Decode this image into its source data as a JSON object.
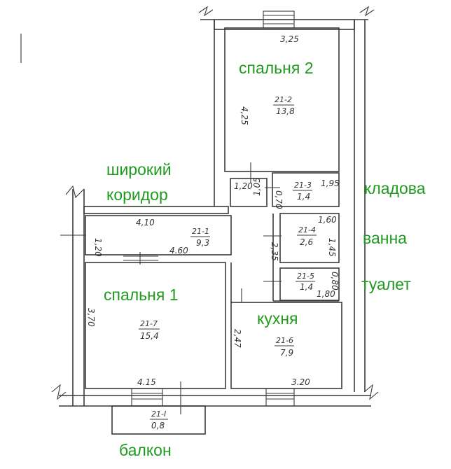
{
  "room_labels": {
    "bedroom2": "спальня 2",
    "bedroom1": "спальня 1",
    "corridor_line1": "широкий",
    "corridor_line2": "коридор",
    "storage": "кладова",
    "bathroom": "ванна",
    "toilet": "туалет",
    "kitchen": "кухня",
    "balcony": "балкон"
  },
  "room_codes": {
    "bedroom2": {
      "code": "21-2",
      "area": "13,8"
    },
    "corridor": {
      "code": "21-1",
      "area": "9,3"
    },
    "storage": {
      "code": "21-3",
      "area": "1,4"
    },
    "bathroom": {
      "code": "21-4",
      "area": "2,6"
    },
    "toilet": {
      "code": "21-5",
      "area": "1,4"
    },
    "bedroom1": {
      "code": "21-7",
      "area": "15,4"
    },
    "kitchen": {
      "code": "21-6",
      "area": "7,9"
    },
    "balcony": {
      "code": "21-I",
      "area": "0,8"
    }
  },
  "dimensions": {
    "bedroom2_width": "3,25",
    "bedroom2_length": "4,25",
    "corridor_length_top": "4,10",
    "corridor_length_bottom": "4.60",
    "corridor_width": "1,20",
    "hall_width": "1,20",
    "hall_length": "1,05",
    "storage_width": "1,95",
    "storage_depth": "0,70",
    "bathroom_width": "1,60",
    "bathroom_length": "1,45",
    "bath_block_height": "2,35",
    "toilet_depth": "0,80",
    "toilet_width": "1,80",
    "bedroom1_height": "3,70",
    "bedroom1_width": "4.15",
    "kitchen_height": "2,47",
    "kitchen_width": "3.20"
  }
}
